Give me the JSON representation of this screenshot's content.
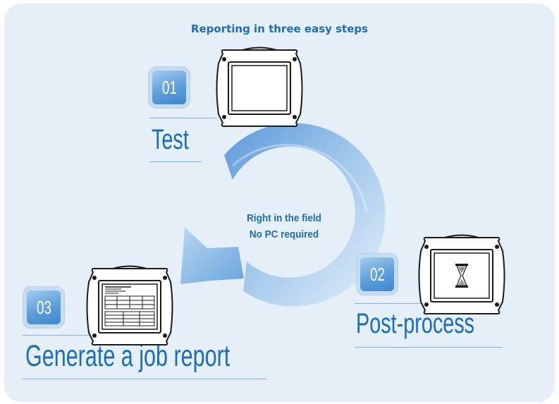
{
  "diagram": {
    "title": "Reporting in three easy steps",
    "center_text": {
      "line1": "Right in the field",
      "line2": "No PC required"
    },
    "steps": [
      {
        "number": "01",
        "label": "Test",
        "device_screen": "blank-screen"
      },
      {
        "number": "02",
        "label": "Post-process",
        "device_screen": "hourglass-icon"
      },
      {
        "number": "03",
        "label": "Generate a job report",
        "device_screen": "report-table"
      }
    ]
  },
  "colors": {
    "panel_background": "#e5eff8",
    "accent_blue": "#1e6bb8",
    "badge_blue": "#4f93d4",
    "arrow_blue": "#7fb3e4"
  }
}
